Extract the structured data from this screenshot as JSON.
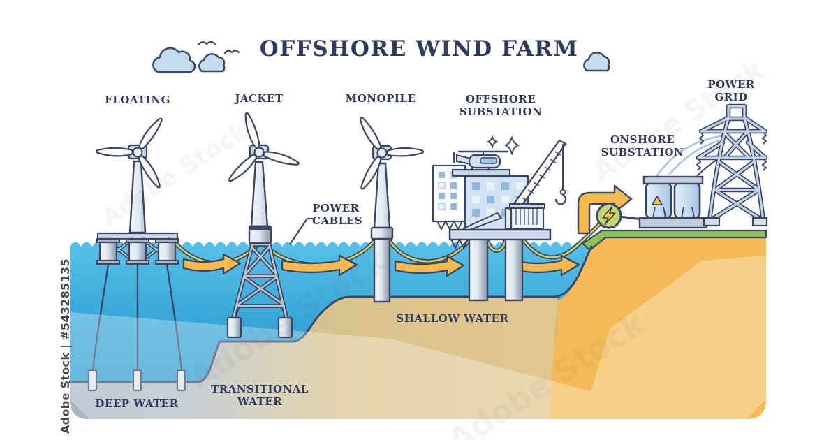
{
  "title": "OFFSHORE WIND FARM",
  "labels": {
    "floating": "FLOATING",
    "jacket": "JACKET",
    "monopile": "MONOPILE",
    "offshore_substation": "OFFSHORE\nSUBSTATION",
    "power_cables": "POWER\nCABLES",
    "onshore_substation": "ONSHORE\nSUBSTATION",
    "power_grid": "POWER\nGRID"
  },
  "zones": {
    "deep": "DEEP WATER",
    "transitional": "TRANSITIONAL\nWATER",
    "shallow": "SHALLOW WATER"
  },
  "watermark": {
    "side_text": "Adobe Stock | #543285135",
    "tile_text": "Adobe Stock"
  },
  "palette": {
    "outline": "#3a4663",
    "text": "#2e3a5e",
    "water_top": "#58c0e7",
    "water_deep": "#2292c9",
    "arrow": "#f6b94d",
    "cable": "#cfd069",
    "sand": "#dcc48d",
    "soil": "#f3ba55",
    "grass": "#8cc355",
    "seabed_gray": "#a9b5c2",
    "cloud": "#c3dcf0",
    "lightning": "#f8c636"
  }
}
